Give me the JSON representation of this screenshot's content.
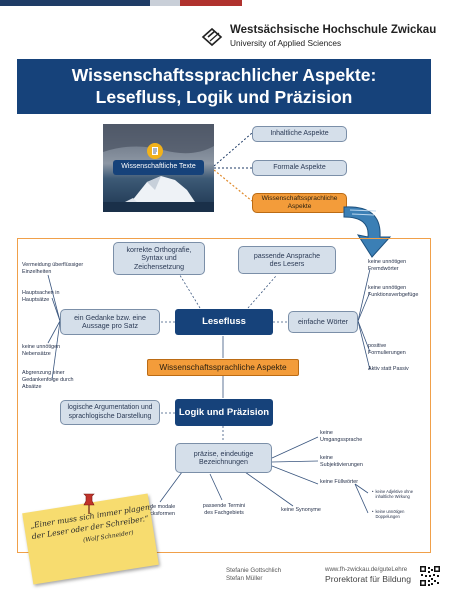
{
  "university": {
    "name": "Westsächsische Hochschule Zwickau",
    "subtitle": "University of Applied Sciences"
  },
  "title": {
    "line1": "Wissenschaftssprachlicher Aspekte:",
    "line2": "Lesefluss, Logik und Präzision"
  },
  "top_diagram": {
    "source": "Wissenschaftliche Texte",
    "aspects": [
      "Inhaltliche Aspekte",
      "Formale Aspekte",
      "Wissenschaftssprachliche Aspekte"
    ]
  },
  "mindmap": {
    "center": "Wissenschaftssprachliche Aspekte",
    "hub_lesefluss": "Lesefluss",
    "hub_logik": "Logik und Präzision",
    "boxes": {
      "orthografie": "korrekte Orthografie, Syntax und Zeichensetzung",
      "ansprache": "passende Ansprache des Lesers",
      "gedanke": "ein Gedanke bzw. eine Aussage pro Satz",
      "woerter": "einfache Wörter",
      "argumentation": "logische Argumentation und sprachlogische Darstellung",
      "praezise": "präzise, eindeutige Bezeichnungen"
    },
    "notes": {
      "einzelheiten": "Vermeidung überflüssiger Einzelheiten",
      "hauptsachen": "Hauptsachen in Hauptsätze",
      "nebensaetze": "keine unnötigen Nebensätze",
      "abgrenzung": "Abgrenzung einer Gedankenfolge durch Absätze",
      "fremdwoerter": "keine unnötigen Fremdwörter",
      "funktionsverbgefuege": "keine unnötigen Funktionsverbgefüge",
      "formulierungen": "positive Formulierungen",
      "passiv": "Aktiv statt Passiv",
      "umgangssprache": "keine Umgangssprache",
      "subjektivierungen": "keine Subjektivierungen",
      "fuellwoerter": "keine Füllwörter",
      "adjektive": "keine Adjektive ohne inhaltliche Wirkung",
      "doppelungen": "keine unnötigen Doppelungen",
      "modale": "passende modale Ausdrucksformen",
      "termini": "passende Termini des Fachgebiets",
      "synonyme": "keine Synonyme"
    }
  },
  "quote": {
    "line1": "„Einer muss sich immer plagen,",
    "line2": "der Leser oder der Schreiber.“",
    "author": "(Wolf Schneider)"
  },
  "footer": {
    "author1": "Stefanie Gottschlich",
    "author2": "Stefan Müller",
    "url": "www.fh-zwickau.de/guteLehre",
    "office": "Prorektorat für Bildung"
  },
  "colors": {
    "navy": "#16427a",
    "orange": "#f39c3a",
    "box_grey": "#d5dfea",
    "stripe_red": "#b0322e"
  }
}
